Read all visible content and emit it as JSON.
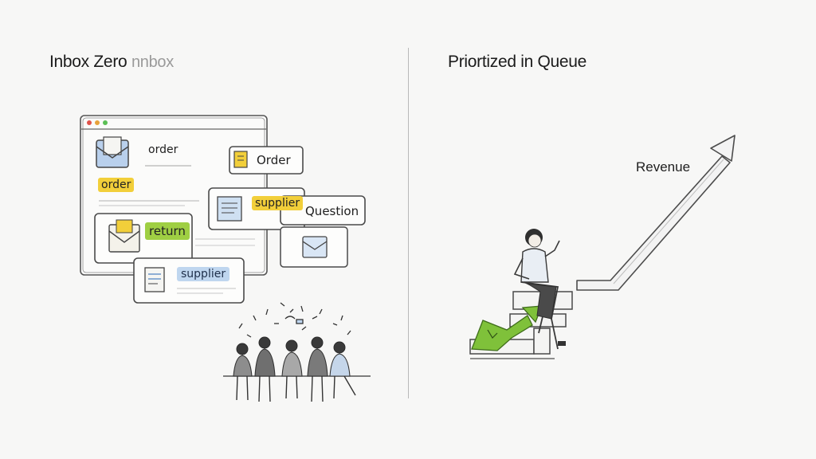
{
  "left_panel": {
    "title": "Inbox Zero",
    "title_suffix": "nnbox",
    "window_labels": {
      "order_small": "order",
      "order_highlight": "order",
      "order_card": "Order",
      "supplier_card": "supplier",
      "question_card": "Question",
      "return_card": "return",
      "supplier_bottom": "supplier"
    }
  },
  "right_panel": {
    "title": "Priortized in Queue",
    "revenue_label": "Revenue"
  },
  "colors": {
    "yellow_highlight": "#f2cf3a",
    "green_highlight": "#9fcf43",
    "blue_highlight": "#bfd6ef",
    "green_arrow": "#7fc13a",
    "window_dot_red": "#e0524a",
    "window_dot_amber": "#e7a23a",
    "window_dot_green": "#5bbf55"
  },
  "icons": [
    "envelope-icon",
    "document-icon",
    "arrow-up-icon",
    "stairs-icon",
    "person-icon",
    "group-icon"
  ]
}
